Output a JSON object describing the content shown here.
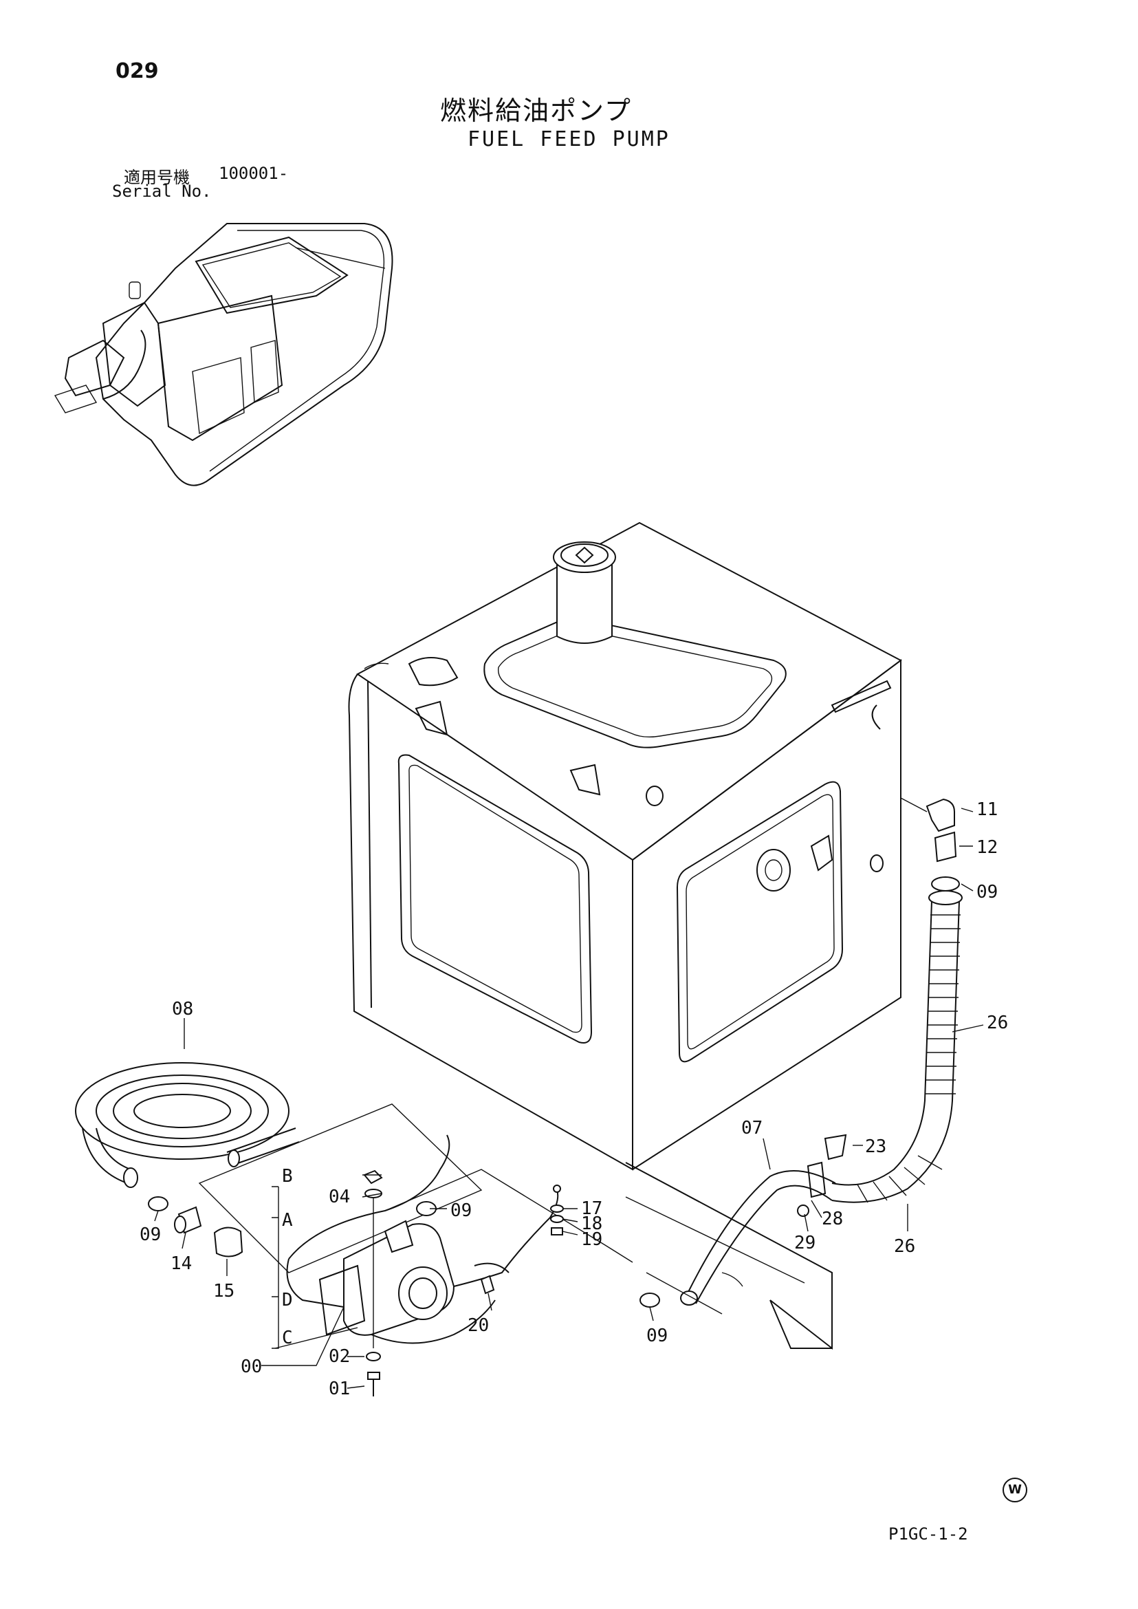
{
  "page_number": "029",
  "title_jp": "燃料給油ポンプ",
  "title_en": "FUEL FEED PUMP",
  "serial": {
    "label_jp": "適用号機",
    "label_en": "Serial No.",
    "value": "100001-"
  },
  "footer_code": "P1GC-1-2",
  "logo_mark": "W",
  "callouts": {
    "c00": "00",
    "c01": "01",
    "c02": "02",
    "c04": "04",
    "c07": "07",
    "c08": "08",
    "c09a": "09",
    "c09b": "09",
    "c09c": "09",
    "c09d": "09",
    "c11": "11",
    "c12": "12",
    "c14": "14",
    "c15": "15",
    "c17": "17",
    "c18": "18",
    "c19": "19",
    "c20": "20",
    "c23": "23",
    "c26a": "26",
    "c26b": "26",
    "c28": "28",
    "c29": "29",
    "la": "A",
    "lb": "B",
    "lc": "C",
    "ld": "D"
  }
}
